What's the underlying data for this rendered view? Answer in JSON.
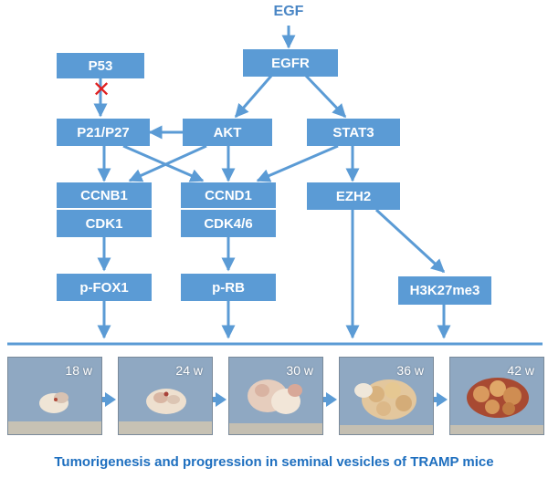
{
  "diagram": {
    "input_label": "EGF",
    "nodes": {
      "egfr": "EGFR",
      "p53": "P53",
      "p21p27": "P21/P27",
      "akt": "AKT",
      "stat3": "STAT3",
      "ccnb1": "CCNB1",
      "cdk1": "CDK1",
      "ccnd1": "CCND1",
      "cdk46": "CDK4/6",
      "ezh2": "EZH2",
      "pfox1": "p-FOX1",
      "prb": "p-RB",
      "h3k27me3": "H3K27me3"
    },
    "blocked_marker": "✕",
    "colors": {
      "node_fill": "#5b9bd5",
      "arrow": "#5b9bd5",
      "blocked_marker": "#e02020",
      "caption": "#1e6fbf"
    }
  },
  "timeline": {
    "stages": [
      {
        "week": "18 w"
      },
      {
        "week": "24 w"
      },
      {
        "week": "30 w"
      },
      {
        "week": "36 w"
      },
      {
        "week": "42 w"
      }
    ],
    "caption": "Tumorigenesis and progression in seminal vesicles of TRAMP mice"
  }
}
